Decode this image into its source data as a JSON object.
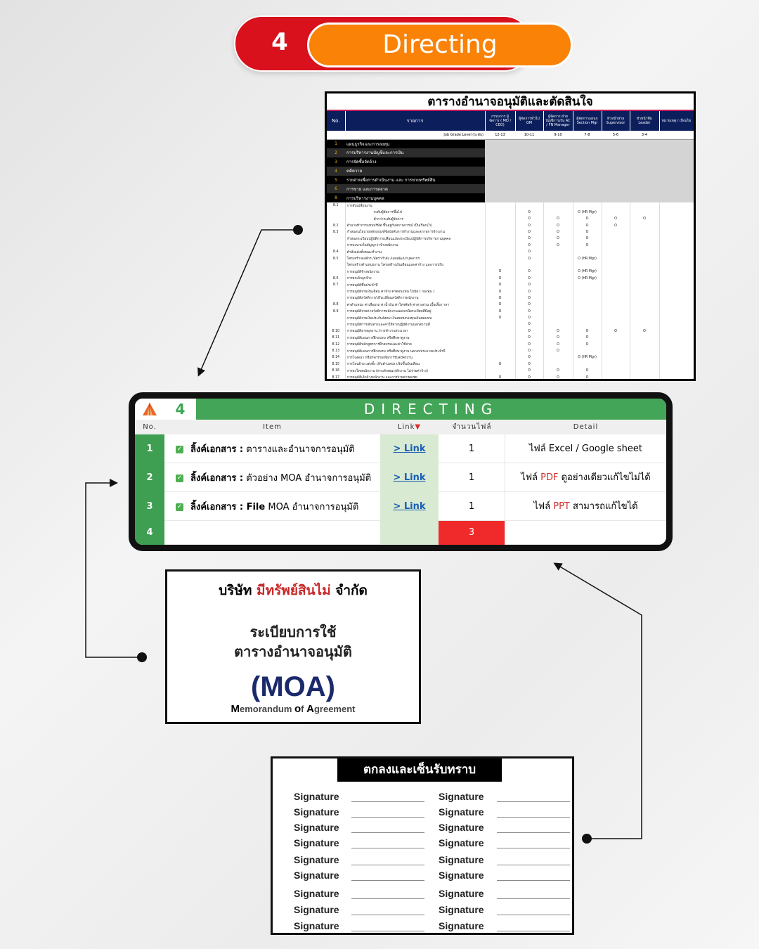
{
  "banner": {
    "number": "4",
    "title": "Directing"
  },
  "approval_table": {
    "title": "ตารางอำนาจอนุมัติและตัดสินใจ",
    "headers": [
      "No.",
      "รายการ",
      "กรรมการ ผู้จัดการ ( MD / CEO)",
      "ผู้จัดการทั่วไป GM",
      "ผู้จัดการ ฝ่ายบัญชีการเงิน AC / FN Manager",
      "ผู้จัดการแผนก Section Mgr",
      "หัวหน้าฝ่าย Supervisor",
      "หัวหน้าทีม Leader",
      "หมายเหตุ / เงื่อนไข"
    ],
    "job_grade_label": "Job Grade Level (ระดับ)",
    "job_grades": [
      "12-13",
      "10-11",
      "9-10",
      "7-8",
      "5-6",
      "3-4",
      ""
    ],
    "categories": [
      {
        "no": "1",
        "label": "แผนธุรกิจและการลงทุน"
      },
      {
        "no": "2",
        "label": "การบริหารงานบัญชีและการเงิน"
      },
      {
        "no": "3",
        "label": "การจัดซื้อจัดจ้าง"
      },
      {
        "no": "4",
        "label": "คดีความ"
      },
      {
        "no": "5",
        "label": "รายจ่ายเพื่อการดำเนินงาน และ การขายทรัพย์สิน"
      },
      {
        "no": "6",
        "label": "การขาย และการตลาด"
      },
      {
        "no": "8",
        "label": "การบริหารงานบุคคล"
      }
    ],
    "rows": [
      {
        "no": "8.1",
        "label": "การสับเปลี่ยนงาน",
        "marks": [
          "",
          "",
          "",
          "",
          "",
          "",
          ""
        ]
      },
      {
        "no": "",
        "label": "ระดับผู้จัดการขึ้นไป",
        "marks": [
          "",
          "O",
          "",
          "O (HR Mgr)",
          "",
          "",
          ""
        ]
      },
      {
        "no": "",
        "label": "ต่ำกว่าระดับผู้จัดการ",
        "marks": [
          "",
          "O",
          "O",
          "O",
          "O",
          "O",
          ""
        ]
      },
      {
        "no": "8.2",
        "label": "อำนาจทำการแทนบริษัท ขึ้นอยู่กับสถานการณ์ เป็นเรื่องๆไป",
        "marks": [
          "",
          "O",
          "O",
          "O",
          "O",
          "",
          ""
        ]
      },
      {
        "no": "8.3",
        "label": "กำหนดนโยบายหลักเกณฑ์ข้อบังคับการทำงานและสภาพการจ้างงาน",
        "marks": [
          "",
          "O",
          "O",
          "O",
          "",
          "",
          ""
        ]
      },
      {
        "no": "",
        "label": "กำหนดระเบียบปฏิบัติการเปลี่ยนแปลงระเบียบปฏิบัติการบริหารงานบุคคล",
        "marks": [
          "",
          "O",
          "O",
          "O",
          "",
          "",
          ""
        ]
      },
      {
        "no": "",
        "label": "การลงนามในสัญญาว่าจ้างพนักงาน",
        "marks": [
          "",
          "O",
          "O",
          "O",
          "",
          "",
          ""
        ]
      },
      {
        "no": "8.4",
        "label": "คำสั่งแต่งตั้งคณะทำงาน",
        "marks": [
          "",
          "O",
          "",
          "",
          "",
          "",
          ""
        ]
      },
      {
        "no": "8.5",
        "label": "โครงสร้างองค์กร /อัตรากำลัง /แผนพัฒนาบุคลากร",
        "marks": [
          "",
          "O",
          "",
          "O (HR Mgr)",
          "",
          "",
          ""
        ]
      },
      {
        "no": "",
        "label": "โครงสร้างตำแหน่งงาน โครงสร้างเงินเดือนและค่าจ้าง และการปรับ",
        "marks": [
          "",
          "",
          "",
          "",
          "",
          "",
          ""
        ]
      },
      {
        "no": "",
        "label": "การอนุมัติจ้างพนักงาน",
        "marks": [
          "O",
          "O",
          "",
          "O (HR Mgr)",
          "",
          "",
          ""
        ]
      },
      {
        "no": "8.6",
        "label": "การยกเลิกลูกจ้าง",
        "marks": [
          "O",
          "O",
          "",
          "O (HR Mgr)",
          "",
          "",
          ""
        ]
      },
      {
        "no": "8.7",
        "label": "การอนุมัติขึ้นประจำปี",
        "marks": [
          "O",
          "O",
          "",
          "",
          "",
          "",
          ""
        ]
      },
      {
        "no": "",
        "label": "การอนุมัติจ่ายเงินเดือน ค่าจ้าง ค่าตอบแทน โบนัส ( กองทุน )",
        "marks": [
          "O",
          "O",
          "",
          "",
          "",
          "",
          ""
        ]
      },
      {
        "no": "",
        "label": "การอนุมัติสวัสดิการ/ปรับเปลี่ยนสวัสดิการพนักงาน",
        "marks": [
          "O",
          "O",
          "",
          "",
          "",
          "",
          ""
        ]
      },
      {
        "no": "8.8",
        "label": "ค่าตำแหน่ง ค่าเสื่อมรถ ค่าน้ำมัน ค่าโทรศัพท์ ค่าทางด่วน เบี้ยเลี้ยง ฯลฯ",
        "marks": [
          "O",
          "O",
          "",
          "",
          "",
          "",
          ""
        ]
      },
      {
        "no": "8.9",
        "label": "การอนุมัติจ่ายค่าสวัสดิการพนักงานนอกเหนือระเบียบที่มีอยู่",
        "marks": [
          "O",
          "O",
          "",
          "",
          "",
          "",
          ""
        ]
      },
      {
        "no": "",
        "label": "การอนุมัติจ่ายเงินประกันสังคม เงินสมทบกองทุนเงินทดแทน",
        "marks": [
          "O",
          "O",
          "",
          "",
          "",
          "",
          ""
        ]
      },
      {
        "no": "",
        "label": "การอนุมัติการเดินทางและค่าใช้จ่ายปฏิบัติงานนอกสถานที่",
        "marks": [
          "",
          "O",
          "",
          "",
          "",
          "",
          ""
        ]
      },
      {
        "no": "8.10",
        "label": "การอนุมัติลาหยุดงาน /การทำงานล่วงเวลา",
        "marks": [
          "",
          "O",
          "O",
          "O",
          "O",
          "O",
          ""
        ]
      },
      {
        "no": "8.11",
        "label": "การอนุมัติแผนการฝึกอบรม หรือศึกษาดูงาน",
        "marks": [
          "",
          "O",
          "O",
          "O",
          "",
          "",
          ""
        ]
      },
      {
        "no": "8.12",
        "label": "การอนุมัติหลักสูตรการฝึกอบรมและค่าใช้จ่าย",
        "marks": [
          "",
          "O",
          "O",
          "O",
          "",
          "",
          ""
        ]
      },
      {
        "no": "8.13",
        "label": "การอนุมัติแผนการฝึกอบรม หรือศึกษาดูงาน นอกงบประมาณประจำปี",
        "marks": [
          "",
          "O",
          "O",
          "",
          "",
          "",
          ""
        ]
      },
      {
        "no": "8.14",
        "label": "การโฆษณา หรือกิจกรรมเพื่อการรับสมัครงาน",
        "marks": [
          "",
          "O",
          "",
          "O (HR Mgr)",
          "",
          "",
          ""
        ]
      },
      {
        "no": "8.15",
        "label": "การโอนย้าย แต่งตั้ง ปรับตำแหน่ง ปรับขึ้นเงินเดือน",
        "marks": [
          "O",
          "O",
          "",
          "",
          "",
          "",
          ""
        ]
      },
      {
        "no": "8.16",
        "label": "การลงโทษพนักงาน (ตามลักษณะ/พักงาน ไม่จ่ายค่าจ้าง)",
        "marks": [
          "",
          "O",
          "O",
          "O",
          "",
          "",
          ""
        ]
      },
      {
        "no": "8.17",
        "label": "การอนุมัติเลิกจ้างพนักงาน และการจ่ายค่าชดเชย",
        "marks": [
          "O",
          "O",
          "O",
          "O",
          "",
          "",
          ""
        ]
      }
    ]
  },
  "directing_card": {
    "number": "4",
    "title": "DIRECTING",
    "columns": {
      "no": "No.",
      "item": "Item",
      "link": "Link",
      "link_marker": "▼",
      "count": "จำนวนไฟล์",
      "detail": "Detail"
    },
    "rows": [
      {
        "no": "1",
        "item_bold": "ลิ้งค์เอกสาร :",
        "item_text": "ตารางและอำนาจการอนุมัติ",
        "link": "> Link",
        "count": "1",
        "detail_pre": "ไฟล์ Excel / Google sheet",
        "detail_hl": "",
        "detail_post": ""
      },
      {
        "no": "2",
        "item_bold": "ลิ้งค์เอกสาร :",
        "item_text": "ตัวอย่าง MOA อำนาจการอนุมัติ",
        "link": "> Link",
        "count": "1",
        "detail_pre": "ไฟล์ ",
        "detail_hl": "PDF",
        "detail_post": " ดูอย่างเดียวแก้ไขไม่ได้"
      },
      {
        "no": "3",
        "item_bold": "ลิ้งค์เอกสาร : File",
        "item_text": "MOA อำนาจการอนุมัติ",
        "link": "> Link",
        "count": "1",
        "detail_pre": "ไฟล์ ",
        "detail_hl": "PPT",
        "detail_post": " สามารถแก้ไขได้"
      }
    ],
    "total_row": {
      "no": "4",
      "count": "3"
    },
    "colors": {
      "green": "#43a557",
      "total_red": "#f02a2a",
      "link_bg": "#d9ead3"
    }
  },
  "moa_cover": {
    "company_pre": "บริษัท",
    "company_highlight": "มีทรัพย์สินไม่",
    "company_post": "จำกัด",
    "title_line1": "ระเบียบการใช้",
    "title_line2": "ตารางอำนาจอนุมัติ",
    "acronym": "(MOA)",
    "full_name": [
      {
        "b": "M",
        "t": "emorandum "
      },
      {
        "b": "o",
        "t": "f "
      },
      {
        "b": "A",
        "t": "greement"
      }
    ]
  },
  "signature_sheet": {
    "title": "ตกลงและเซ็นรับทราบ",
    "label": "Signature",
    "rows": 9
  }
}
